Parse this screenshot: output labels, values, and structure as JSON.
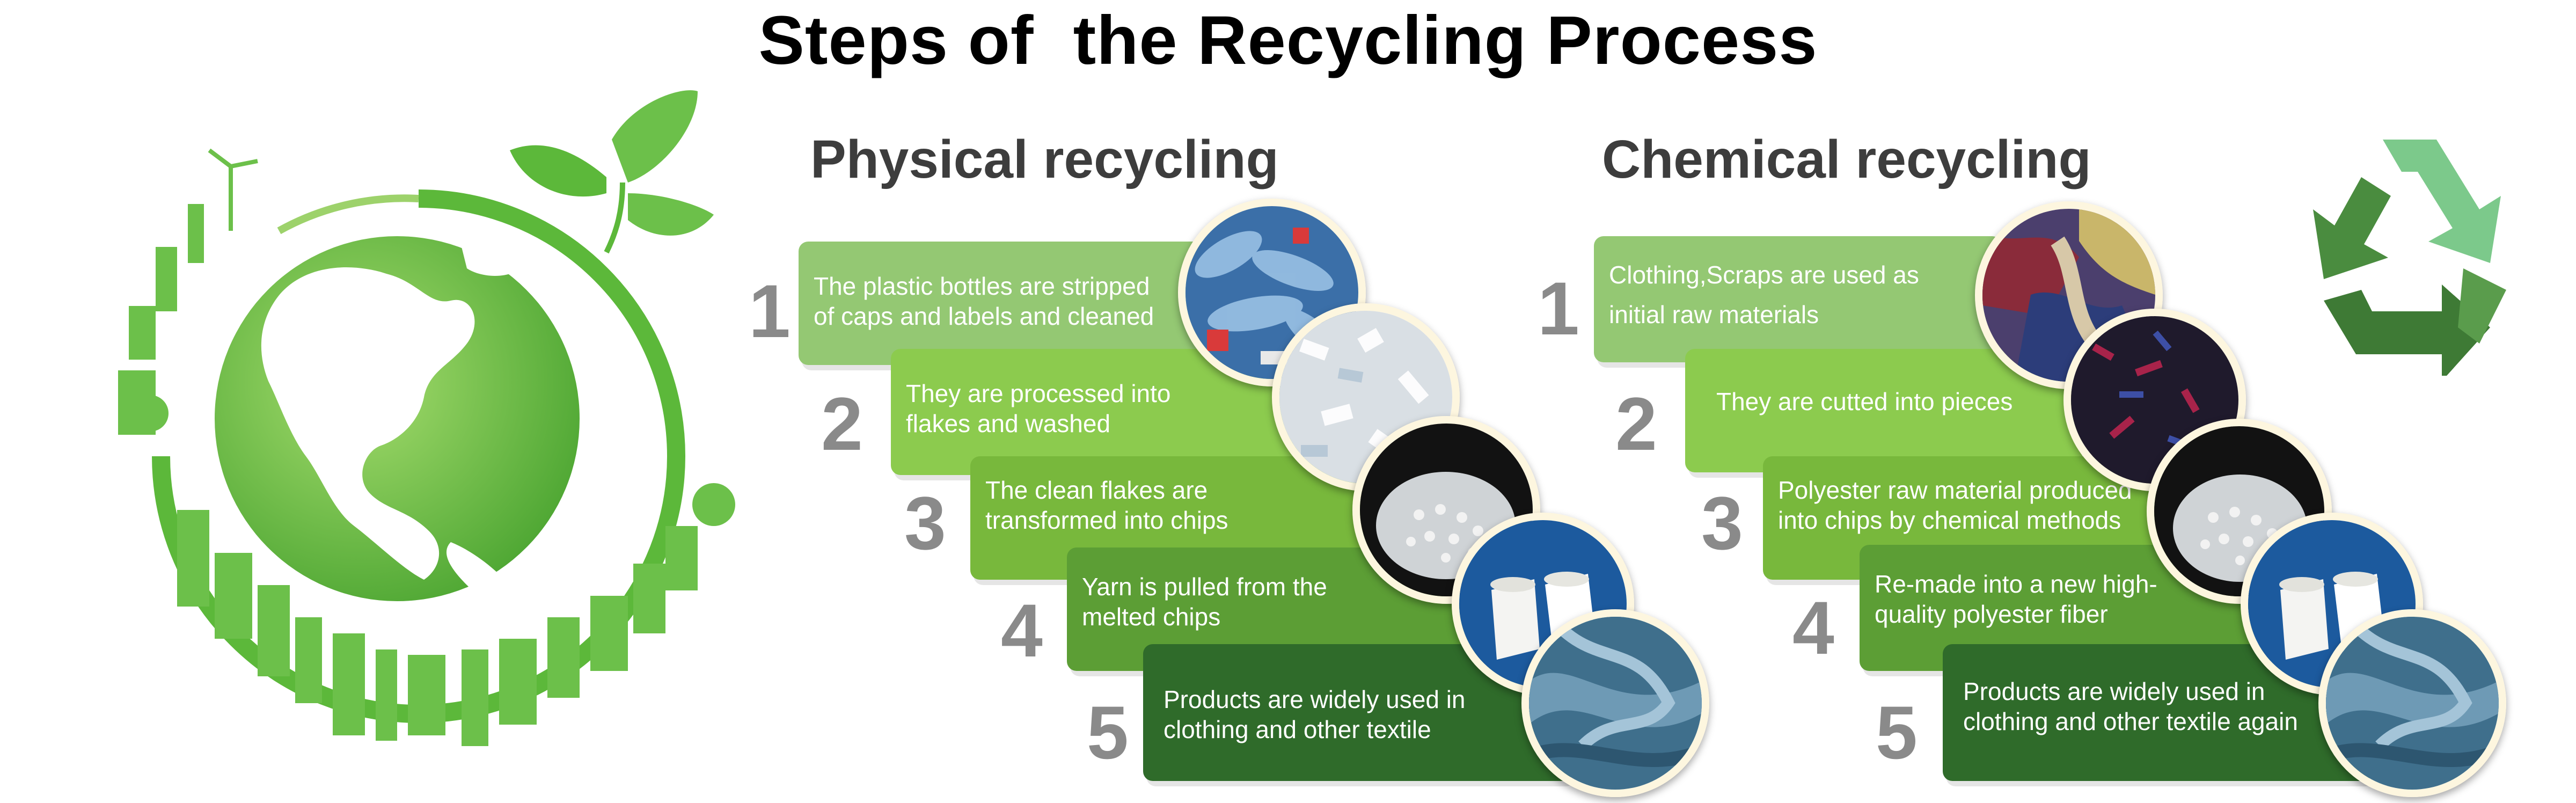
{
  "title": "Steps of  the Recycling Process",
  "physical": {
    "title": "Physical recycling",
    "steps": [
      {
        "number": "1",
        "lines": [
          "The plastic bottles are stripped",
          "of caps and labels and cleaned"
        ],
        "photo": "plastic-bottles-photo"
      },
      {
        "number": "2",
        "lines": [
          "They are processed into",
          "flakes and washed"
        ],
        "photo": "plastic-flakes-photo"
      },
      {
        "number": "3",
        "lines": [
          "The clean flakes are",
          "transformed into chips"
        ],
        "photo": "chips-photo"
      },
      {
        "number": "4",
        "lines": [
          "Yarn is pulled from the",
          "melted chips"
        ],
        "photo": "yarn-spools-photo"
      },
      {
        "number": "5",
        "lines": [
          "Products are widely used in",
          "clothing and other textile"
        ],
        "photo": "fabric-photo"
      }
    ]
  },
  "chemical": {
    "title": "Chemical recycling",
    "steps": [
      {
        "number": "1",
        "lines": [
          "Clothing,Scraps are used as",
          "initial raw materials"
        ],
        "photo": "clothing-scraps-photo"
      },
      {
        "number": "2",
        "lines": [
          "They are cutted into pieces"
        ],
        "photo": "fabric-pieces-photo"
      },
      {
        "number": "3",
        "lines": [
          "Polyester raw material produced",
          "into chips by chemical methods"
        ],
        "photo": "chips-photo"
      },
      {
        "number": "4",
        "lines": [
          "Re-made into a new high-",
          "quality polyester fiber"
        ],
        "photo": "yarn-spools-photo"
      },
      {
        "number": "5",
        "lines": [
          "Products are widely used in",
          "clothing and other textile again"
        ],
        "photo": "fabric-photo"
      }
    ]
  },
  "colors": {
    "step1": "#94c873",
    "step2": "#8ccb4e",
    "step3": "#78b83c",
    "step4": "#5c9e35",
    "step5": "#2f6b2a",
    "title_text": "#3d3d3d",
    "number_text": "#8a8a8a",
    "logo_green": "#6cc04a",
    "recycle_green": "#4a8c3f"
  },
  "icons": [
    "eco-globe-icon",
    "recycle-icon"
  ]
}
